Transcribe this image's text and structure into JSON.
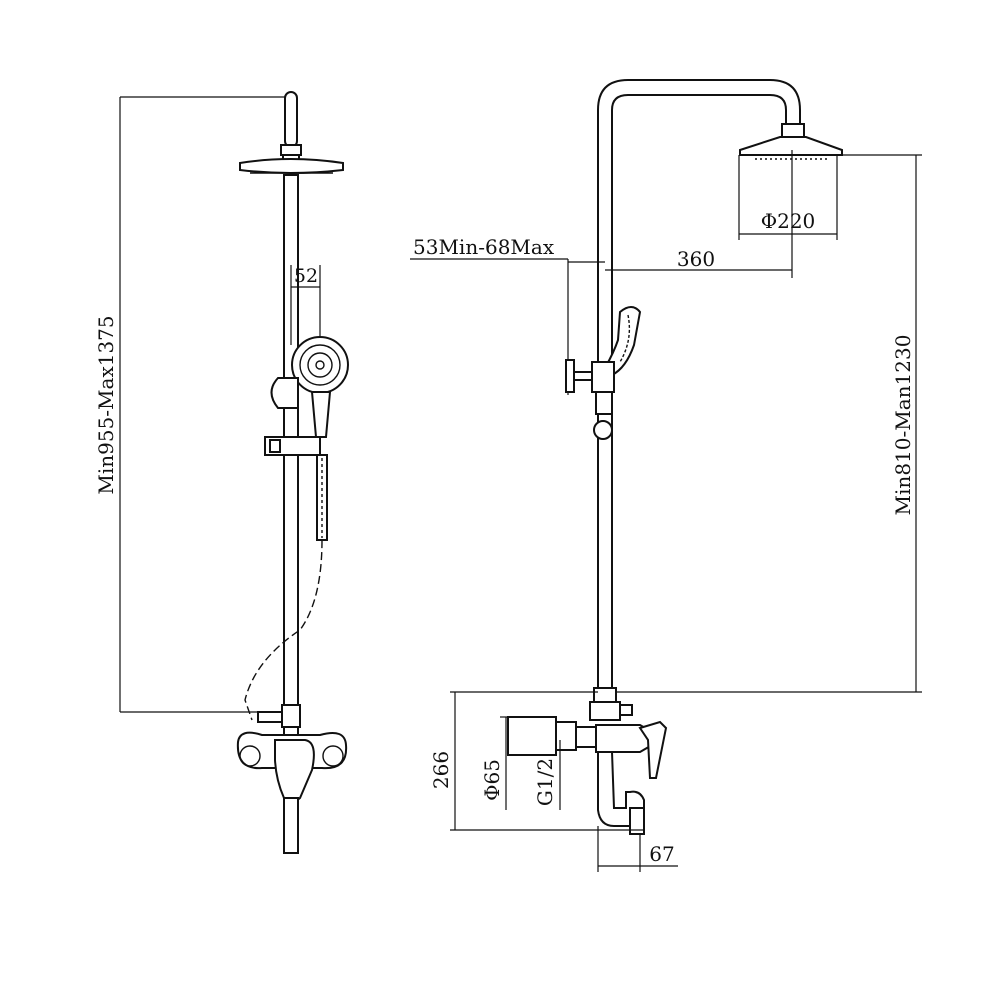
{
  "front_view": {
    "total_height_label": "Min955-Max1375",
    "hand_shower_offset_label": "52"
  },
  "side_view": {
    "wall_distance_label": "53Min-68Max",
    "arm_length_label": "360",
    "head_diameter_label": "Φ220",
    "head_height_label": "Min810-Man1230",
    "mixer_height_label": "266",
    "pipe_diameter_label": "Φ65",
    "thread_label": "G1/2",
    "spout_offset_label": "67"
  }
}
